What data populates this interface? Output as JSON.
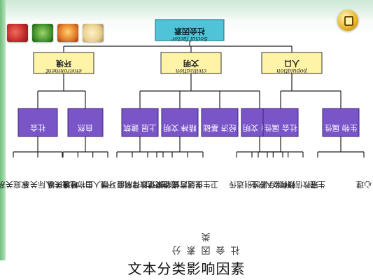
{
  "colors": {
    "root_fill": "#4fc3d8",
    "level1_fill": "#fff3a8",
    "level2_fill": "#7a55c8",
    "line": "#222222"
  },
  "decor": {
    "thumbnails": [
      "tomato-photo",
      "greens-photo",
      "fruit-photo",
      "onion-photo"
    ],
    "corner_icon": "home-icon"
  },
  "root": {
    "title": "社会因素",
    "subtitle": "Social factor"
  },
  "level1": [
    {
      "title": "环境",
      "subtitle": "environment"
    },
    {
      "title": "文明",
      "subtitle": "civilization"
    },
    {
      "title": "人口",
      "subtitle": "population"
    }
  ],
  "level2": [
    {
      "label": "社会"
    },
    {
      "label": "自然"
    },
    {
      "label": "上层 建筑"
    },
    {
      "label": "精神 文明"
    },
    {
      "label": "经济 基础"
    },
    {
      "label": "物质 文明"
    },
    {
      "label": "社会 属性"
    },
    {
      "label": "生物 属性"
    }
  ],
  "leaves": [
    "家庭关系",
    "人际关系",
    "社会关系",
    "地理环境",
    "生物环境",
    "人口",
    "环境",
    "风俗习惯",
    "法律制度",
    "文化教育",
    "道德规范",
    "生产力",
    "居住条件",
    "生活方式",
    "卫生保健",
    "遗传",
    "性别",
    "年龄",
    "种族",
    "职业",
    "收入",
    "教育",
    "宗教信仰",
    "生理",
    "心理"
  ],
  "bottom_title": "社会因素分类",
  "caption": "文本分类影响因素"
}
